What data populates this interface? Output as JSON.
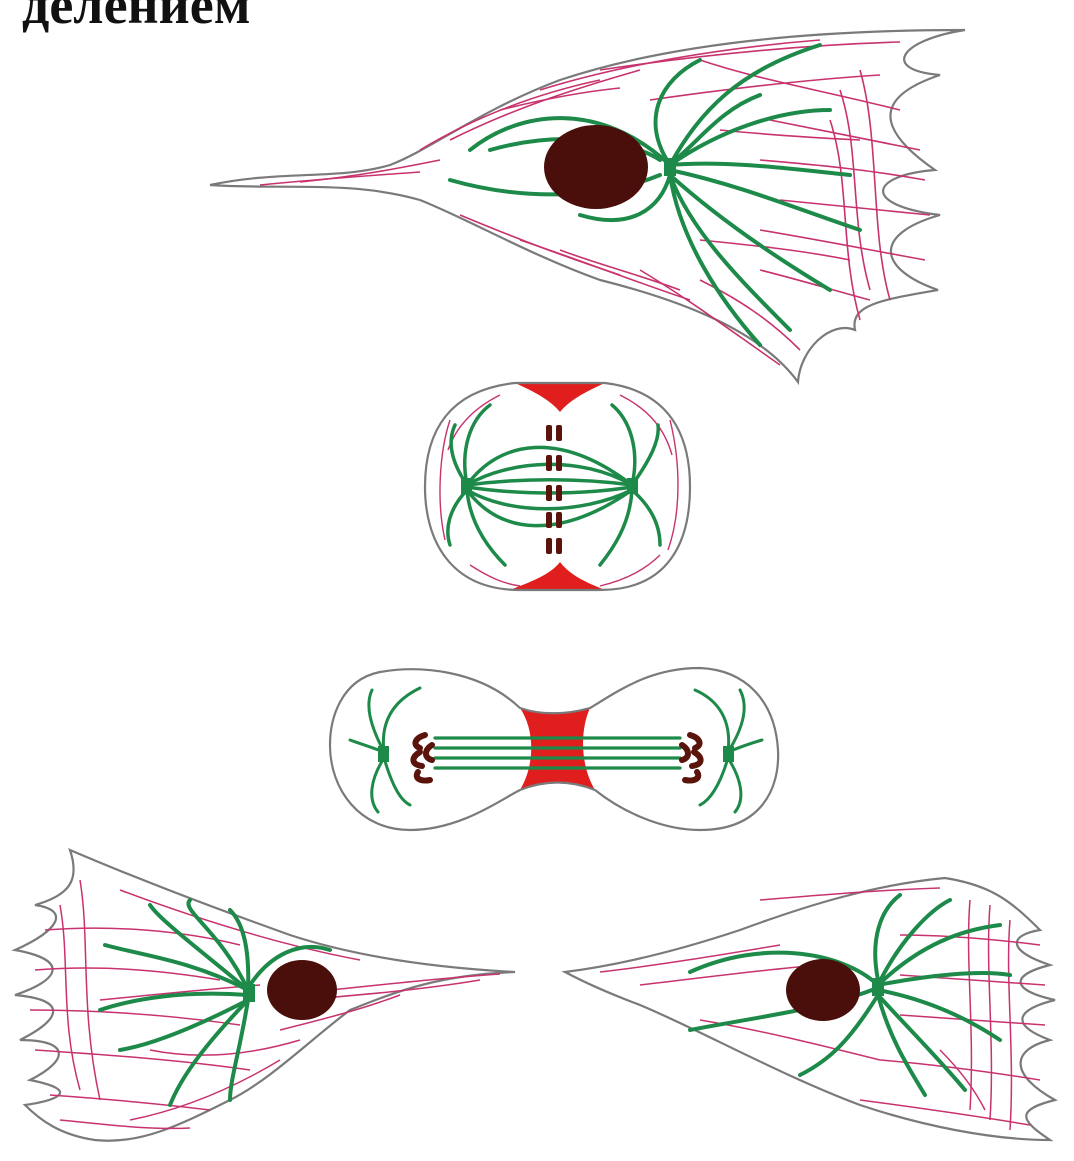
{
  "title": "делением",
  "colors": {
    "membrane": "#7a7a7a",
    "actin": "#c8326e",
    "microtubule": "#1d8a4a",
    "nucleus": "#4a0f0a",
    "contractile_ring": "#e01e1e",
    "chromosome": "#5a140c",
    "background": "#ffffff"
  },
  "figure_stages": [
    {
      "name": "interphase-cell"
    },
    {
      "name": "metaphase-cell"
    },
    {
      "name": "telophase-cell"
    },
    {
      "name": "daughter-cell-left"
    },
    {
      "name": "daughter-cell-right"
    }
  ]
}
